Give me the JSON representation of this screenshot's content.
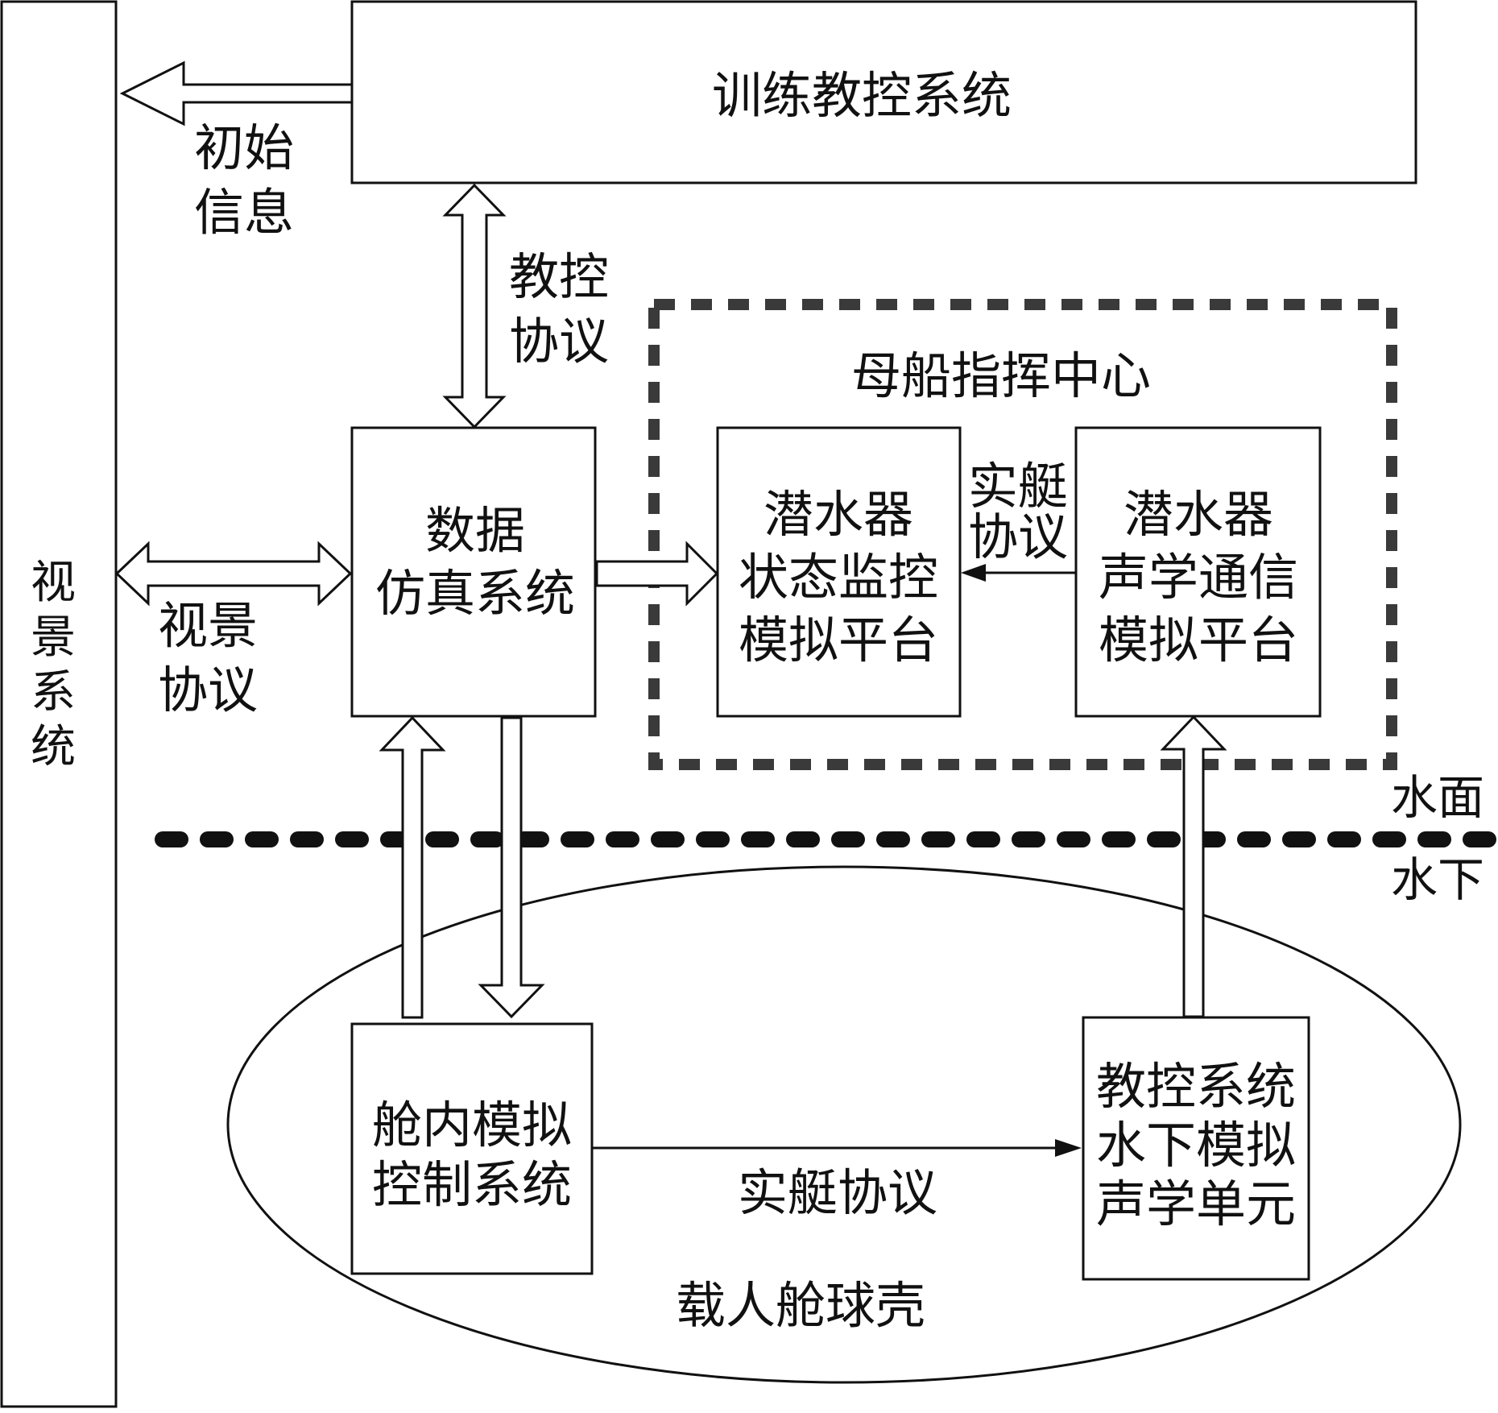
{
  "boxes": {
    "visual_system": "视景系统",
    "training_control": "训练教控系统",
    "data_sim": [
      "数据",
      "仿真系统"
    ],
    "state_monitor": [
      "潜水器",
      "状态监控",
      "模拟平台"
    ],
    "acoustic_platform": [
      "潜水器",
      "声学通信",
      "模拟平台"
    ],
    "cabin_control": [
      "舱内模拟",
      "控制系统"
    ],
    "underwater_unit": [
      "教控系统",
      "水下模拟",
      "声学单元"
    ]
  },
  "labels": {
    "initial_info": [
      "初始",
      "信息"
    ],
    "teaching_protocol": [
      "教控",
      "协议"
    ],
    "visual_protocol": [
      "视景",
      "协议"
    ],
    "mother_ship_center": "母船指挥中心",
    "real_boat_protocol_top": [
      "实艇",
      "协议"
    ],
    "real_boat_protocol_bottom": "实艇协议",
    "water_surface": "水面",
    "underwater": "水下",
    "manned_cabin": "载人舱球壳"
  },
  "colors": {
    "line": "#111111",
    "dashed_region": "#3a3a3a",
    "background": "#ffffff"
  }
}
